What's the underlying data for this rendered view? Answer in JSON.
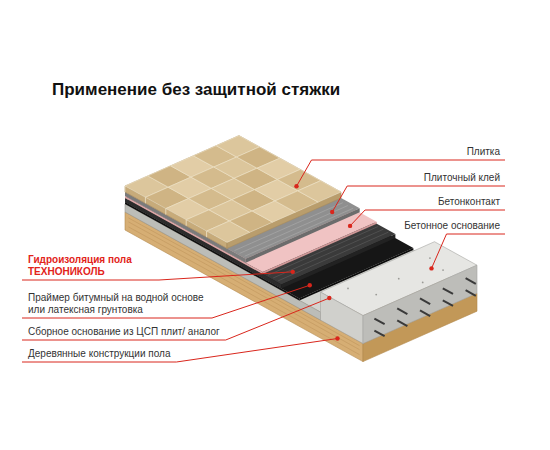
{
  "diagram": {
    "title": "Применение без защитной стяжки",
    "labels": [
      "Плитка",
      "Плиточный клей",
      "Бетонконтакт",
      "Бетонное основание",
      "Гидроизоляция пола ТЕХНОНИКОЛЬ",
      "Праймер битумный на водной основе или латексная грунтовка",
      "Сборное основание из ЦСП плит/ аналог",
      "Деревянные конструкции пола"
    ]
  }
}
